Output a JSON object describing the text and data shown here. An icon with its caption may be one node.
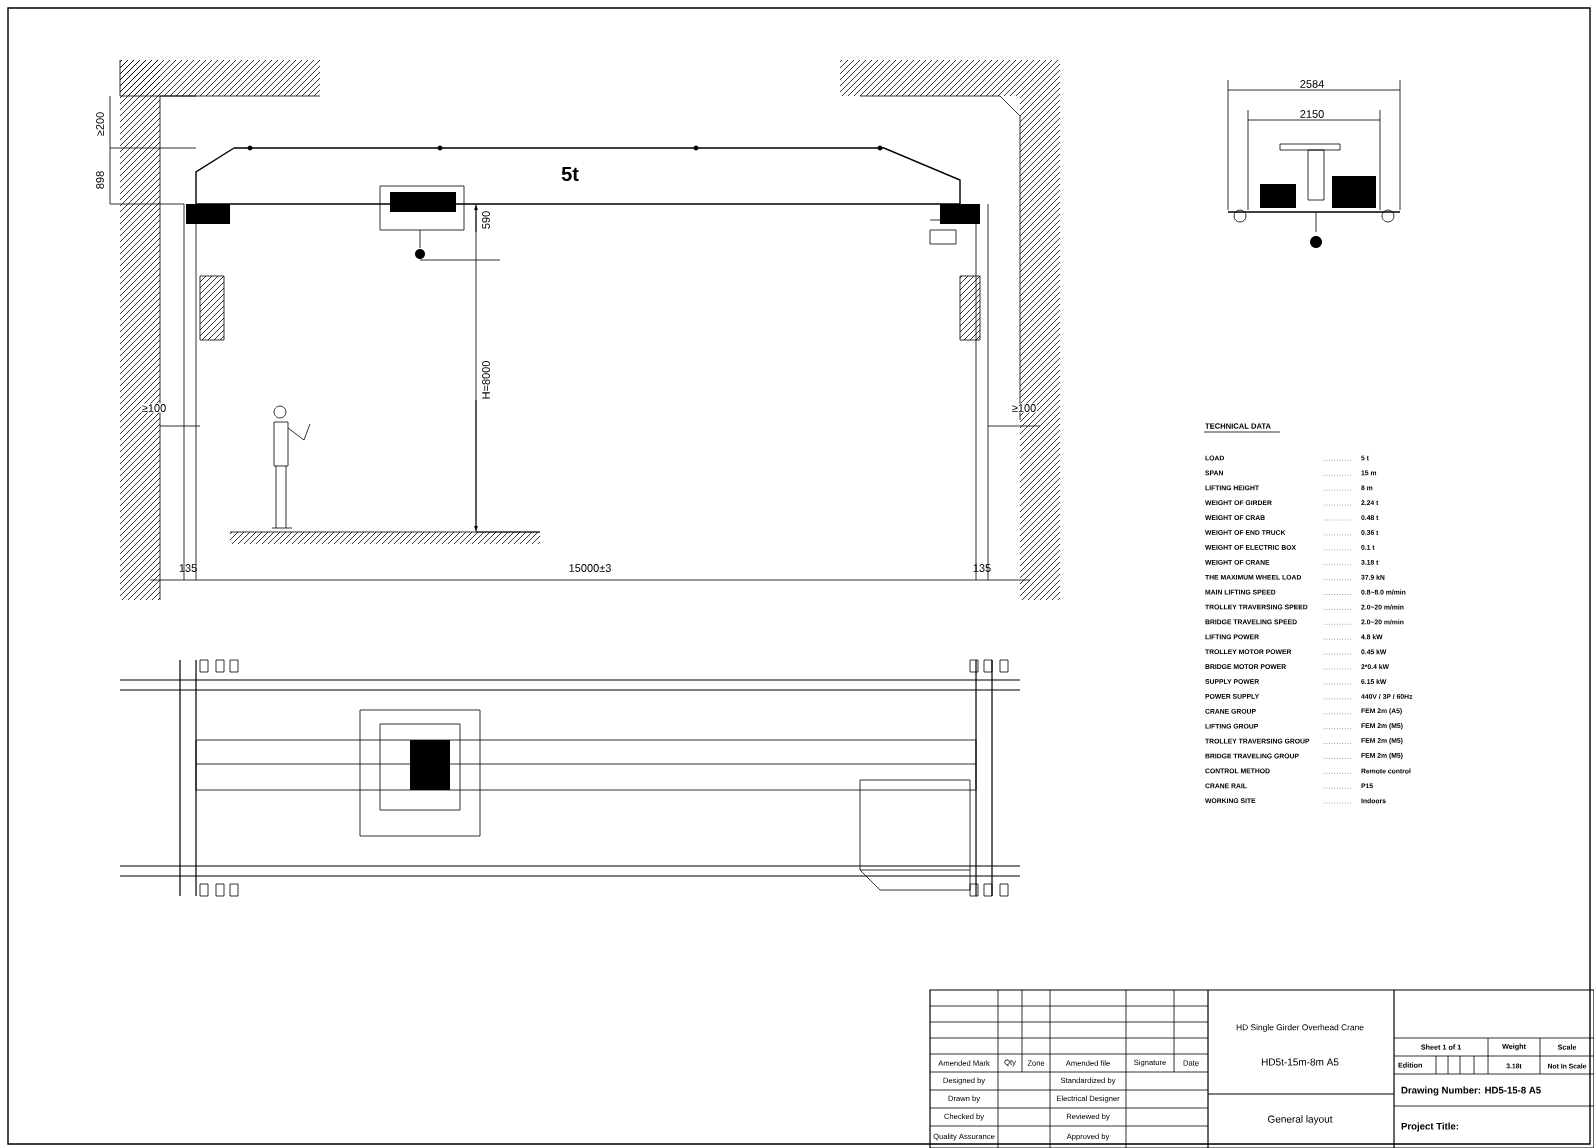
{
  "diagram": {
    "labels": [
      "≥200",
      "898",
      "5t",
      "590",
      "H=8000",
      "≥100",
      "≥100",
      "135",
      "15000±3",
      "135",
      "2584",
      "2150",
      "TECHNICAL DATA",
      "LOAD",
      "5 t",
      "SPAN",
      "15 m",
      "LIFTING HEIGHT",
      "8 m",
      "WEIGHT OF GIRDER",
      "2.24 t",
      "WEIGHT OF CRAB",
      "0.48 t",
      "WEIGHT OF END TRUCK",
      "0.36 t",
      "WEIGHT OF ELECTRIC BOX",
      "0.1 t",
      "WEIGHT OF CRANE",
      "3.18 t",
      "THE MAXIMUM WHEEL LOAD",
      "37.9 kN",
      "MAIN LIFTING SPEED",
      "0.8~8.0 m/min",
      "TROLLEY TRAVERSING SPEED",
      "2.0~20 m/min",
      "BRIDGE TRAVELING SPEED",
      "2.0~20 m/min",
      "LIFTING POWER",
      "4.8 kW",
      "TROLLEY MOTOR POWER",
      "0.45 kW",
      "BRIDGE MOTOR POWER",
      "2*0.4 kW",
      "SUPPLY POWER",
      "6.15 kW",
      "POWER SUPPLY",
      "440V / 3P / 60Hz",
      "CRANE GROUP",
      "FEM 2m (A5)",
      "LIFTING GROUP",
      "FEM 2m (M5)",
      "TROLLEY TRAVERSING GROUP",
      "FEM 2m (M5)",
      "BRIDGE TRAVELING GROUP",
      "FEM 2m (M5)",
      "CONTROL METHOD",
      "Remote control",
      "CRANE RAIL",
      "P15",
      "WORKING SITE",
      "Indoors",
      "Amended Mark",
      "Qty",
      "Zone",
      "Amended file",
      "Signature",
      "Date",
      "Designed by",
      "Standardized by",
      "Drawn by",
      "Electrical Designer",
      "Checked by",
      "Reviewed by",
      "Quality Assurance",
      "Approved by",
      "HD Single Girder Overhead Crane",
      "HD5t-15m-8m A5",
      "General layout",
      "Sheet 1 of 1",
      "Weight",
      "Scale",
      "Edition",
      "3.18t",
      "Not In Scale",
      "Drawing Number: HD5-15-8 A5",
      "Project Title:"
    ]
  }
}
